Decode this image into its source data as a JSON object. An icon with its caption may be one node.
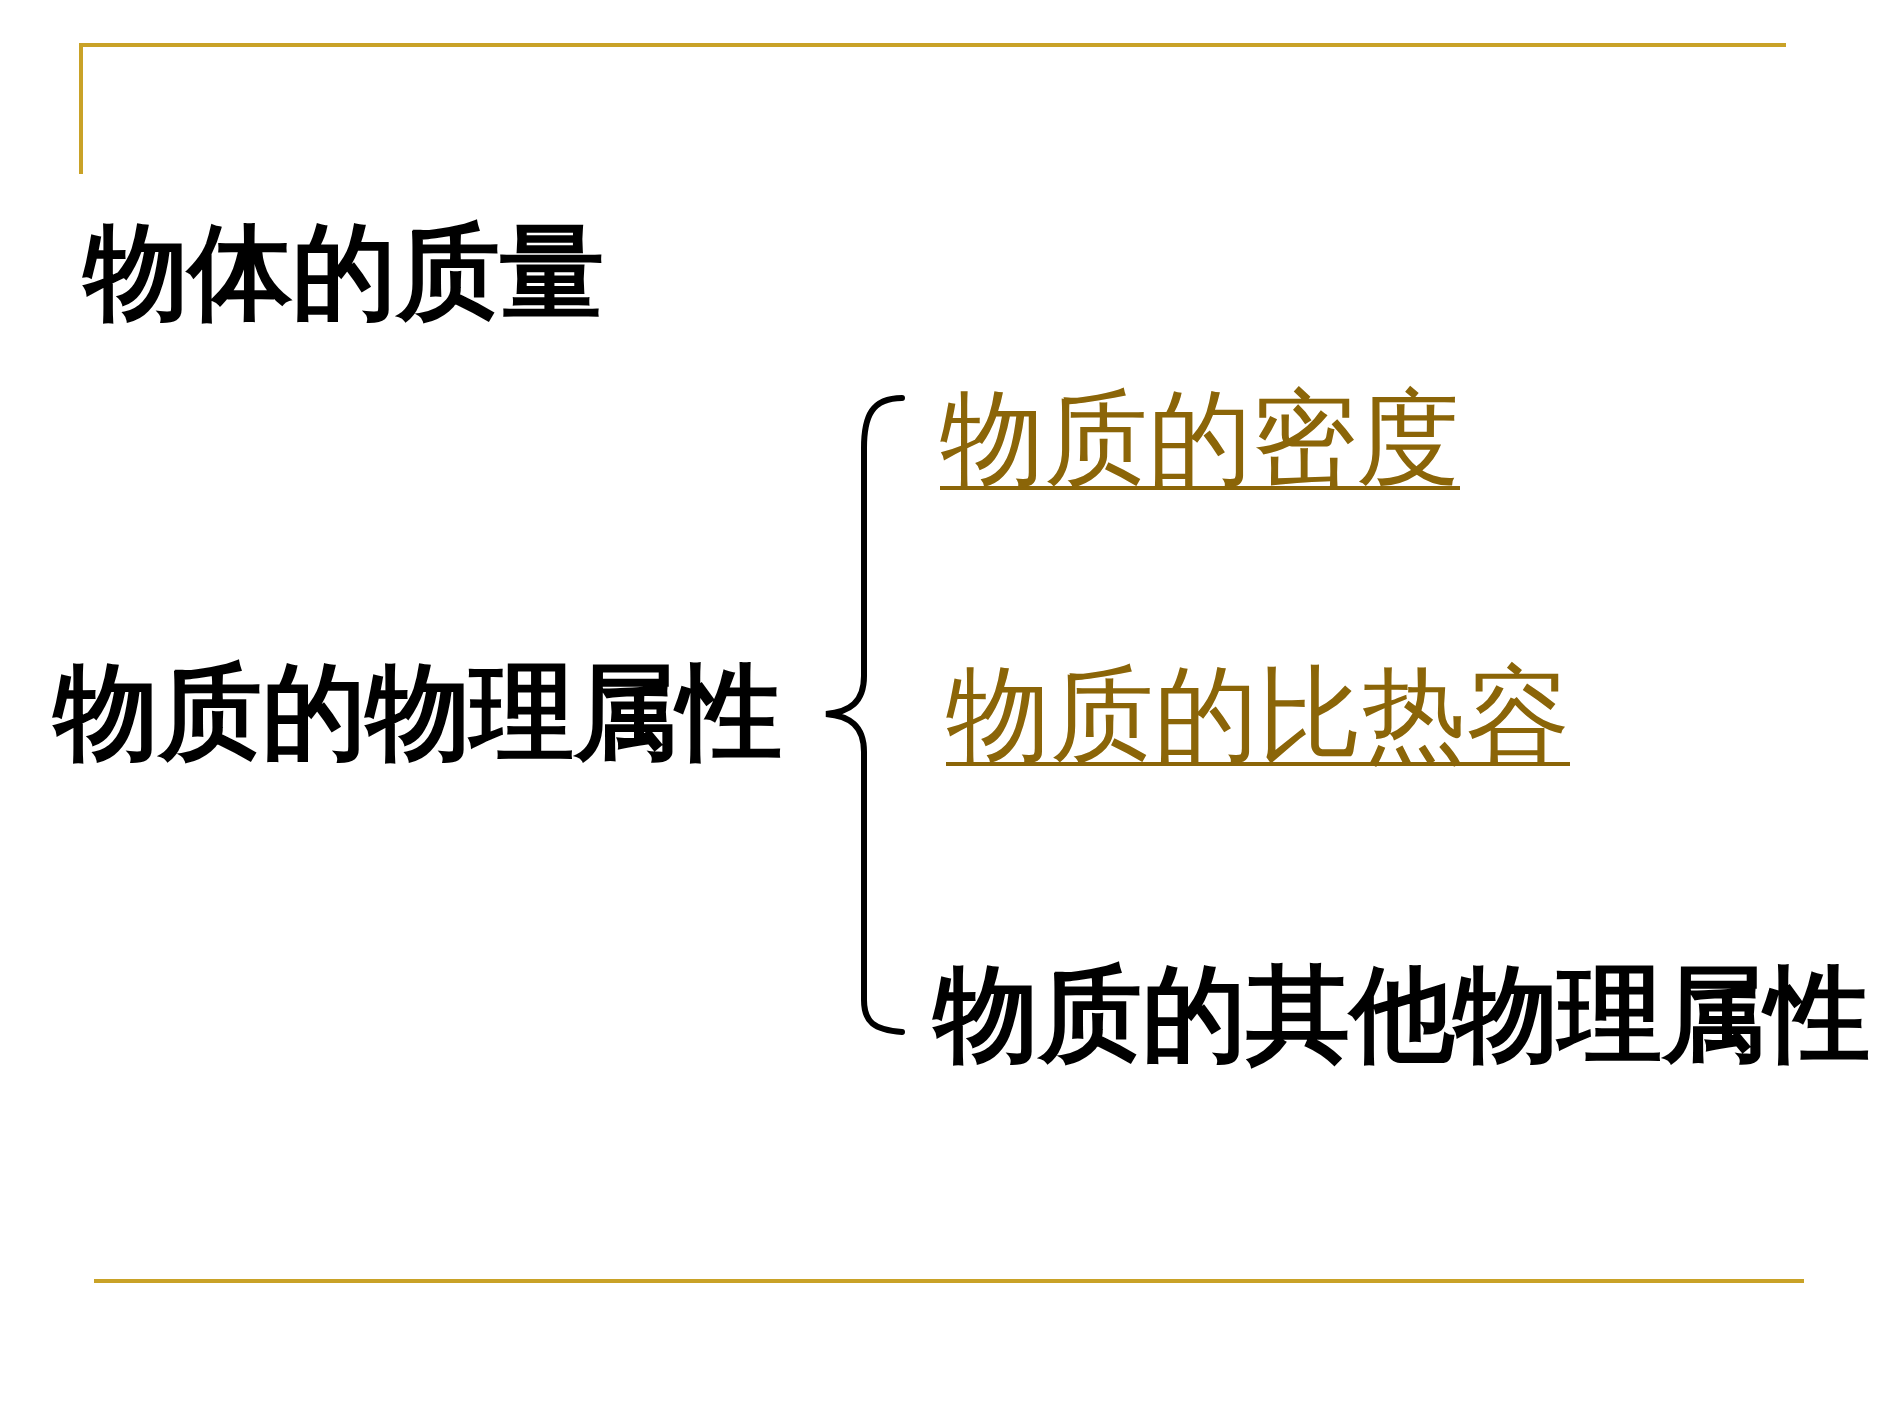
{
  "diagram": {
    "labels": [
      "物体的质量",
      "物质的物理属性",
      "物质的密度",
      "物质的比热容",
      "物质的其他物理属性"
    ]
  }
}
